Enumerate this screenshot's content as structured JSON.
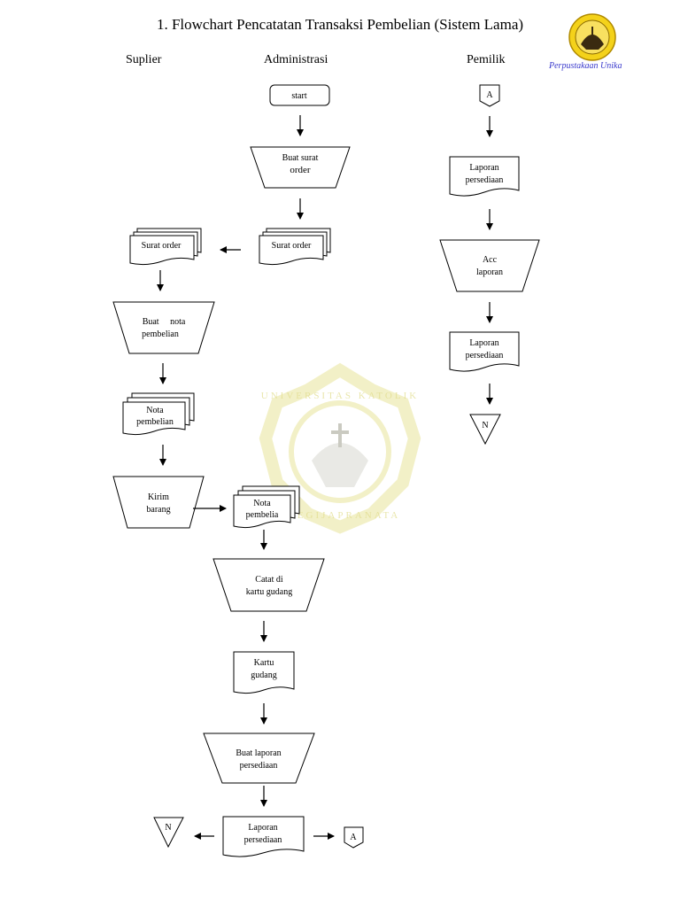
{
  "title": "1. Flowchart Pencatatan Transaksi Pembelian (Sistem Lama)",
  "columns": {
    "suplier": "Suplier",
    "administrasi": "Administrasi",
    "pemilik": "Pemilik"
  },
  "logo": {
    "caption": "Perpustakaan Unika"
  },
  "watermark": {
    "arc_top": "UNIVERSITAS KATOLIK",
    "arc_bottom": "SOEGIJAPRANATA"
  },
  "nodes": {
    "start": {
      "lines": [
        "start"
      ]
    },
    "buat_surat_order": {
      "lines": [
        "Buat surat",
        "order"
      ]
    },
    "surat_order_admin": {
      "lines": [
        "Surat order"
      ]
    },
    "surat_order_suplier": {
      "lines": [
        "Surat order"
      ]
    },
    "buat_nota": {
      "lines": [
        "Buat     nota",
        "pembelian"
      ]
    },
    "nota_pembelian": {
      "lines": [
        "Nota",
        "pembelian"
      ]
    },
    "kirim_barang": {
      "lines": [
        "Kirim",
        "barang"
      ]
    },
    "nota_pembelia": {
      "lines": [
        "Nota",
        "pembelia"
      ]
    },
    "catat_kartu": {
      "lines": [
        "Catat di",
        "kartu gudang"
      ]
    },
    "kartu_gudang": {
      "lines": [
        "Kartu",
        "gudang"
      ]
    },
    "buat_laporan": {
      "lines": [
        "Buat laporan",
        "persediaan"
      ]
    },
    "laporan_admin": {
      "lines": [
        "Laporan",
        "persediaan"
      ]
    },
    "off_n_admin": {
      "lines": [
        "N"
      ]
    },
    "off_a_admin": {
      "lines": [
        "A"
      ]
    },
    "off_a_pemilik": {
      "lines": [
        "A"
      ]
    },
    "laporan_pemilik_1": {
      "lines": [
        "Laporan",
        "persediaan"
      ]
    },
    "acc_laporan": {
      "lines": [
        "Acc",
        "laporan"
      ]
    },
    "laporan_pemilik_2": {
      "lines": [
        "Laporan",
        "persediaan"
      ]
    },
    "off_n_pemilik": {
      "lines": [
        "N"
      ]
    }
  }
}
